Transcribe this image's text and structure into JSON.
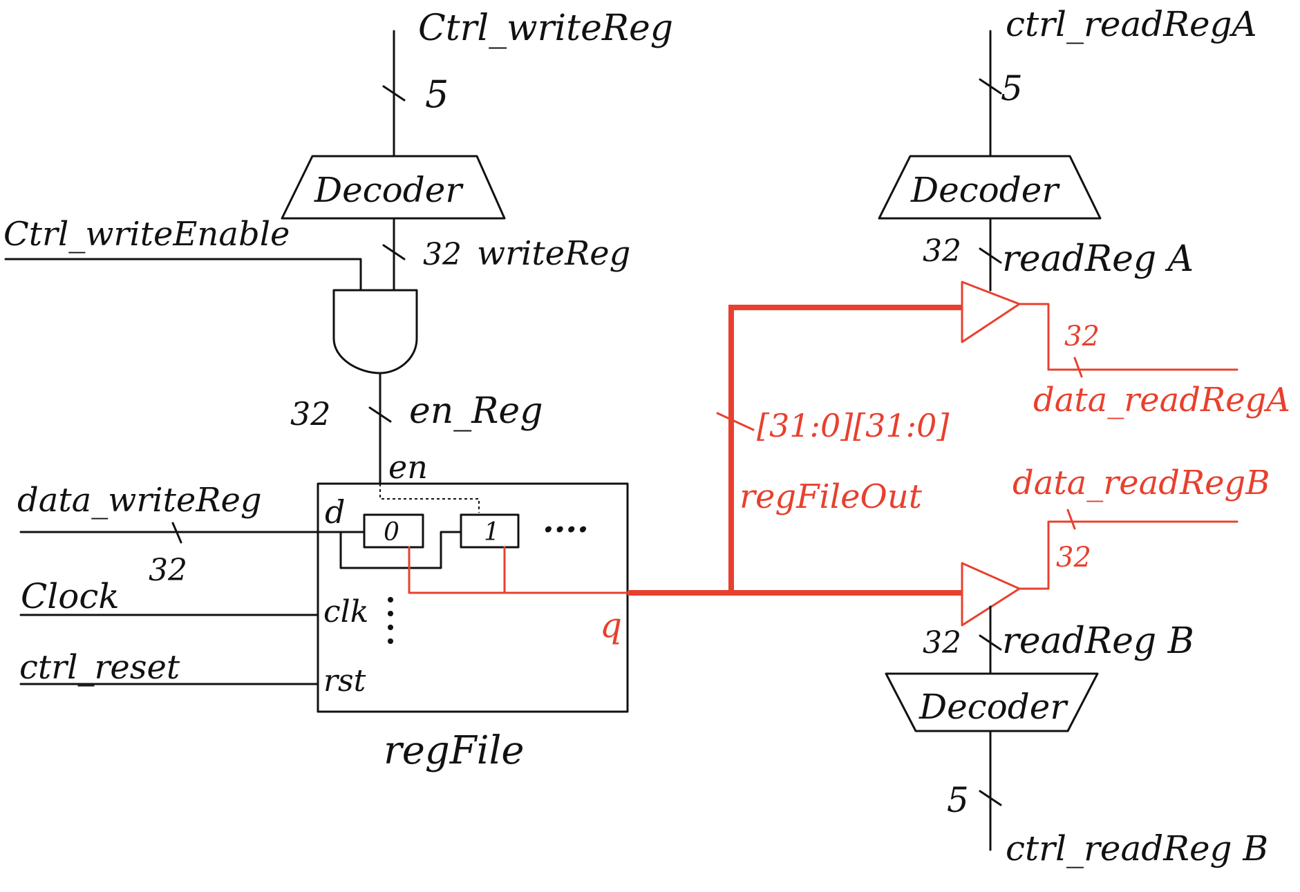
{
  "colors": {
    "ink": "#111111",
    "read_path": "#e8402e"
  },
  "labels": {
    "ctrl_writeReg": "Ctrl_writeReg",
    "ctrl_writeReg_width": "5",
    "decoder_write": "Decoder",
    "ctrl_writeEnable": "Ctrl_writeEnable",
    "writeReg_width": "32",
    "writeReg": "writeReg",
    "enReg_width": "32",
    "en_Reg": "en_Reg",
    "en_port": "en",
    "data_writeReg": "data_writeReg",
    "data_writeReg_width": "32",
    "clock": "Clock",
    "ctrl_reset": "ctrl_reset",
    "port_d": "d",
    "port_clk": "clk",
    "port_rst": "rst",
    "port_q": "q",
    "reg0": "0",
    "reg1": "1",
    "reg_ellipsis": "....",
    "regFile": "regFile",
    "bus_range": "[31:0][31:0]",
    "regFileOut": "regFileOut",
    "ctrl_readRegA": "ctrl_readRegA",
    "ctrl_readRegA_width": "5",
    "decoder_readA": "Decoder",
    "readRegA_width": "32",
    "readRegA": "readReg A",
    "data_readRegA_width": "32",
    "data_readRegA": "data_readRegA",
    "data_readRegB": "data_readRegB",
    "data_readRegB_width": "32",
    "readRegB_width": "32",
    "readRegB": "readReg B",
    "decoder_readB": "Decoder",
    "ctrl_readRegB_width": "5",
    "ctrl_readRegB": "ctrl_readReg B"
  }
}
